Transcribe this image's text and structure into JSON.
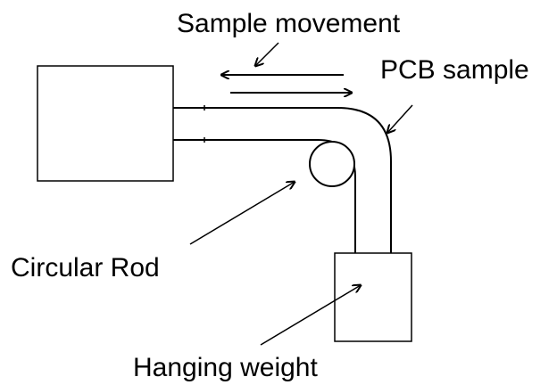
{
  "labels": {
    "sample_movement": "Sample movement",
    "pcb_sample": "PCB sample",
    "circular_rod": "Circular Rod",
    "hanging_weight": "Hanging weight"
  },
  "colors": {
    "stroke": "#000000",
    "background": "#ffffff"
  }
}
